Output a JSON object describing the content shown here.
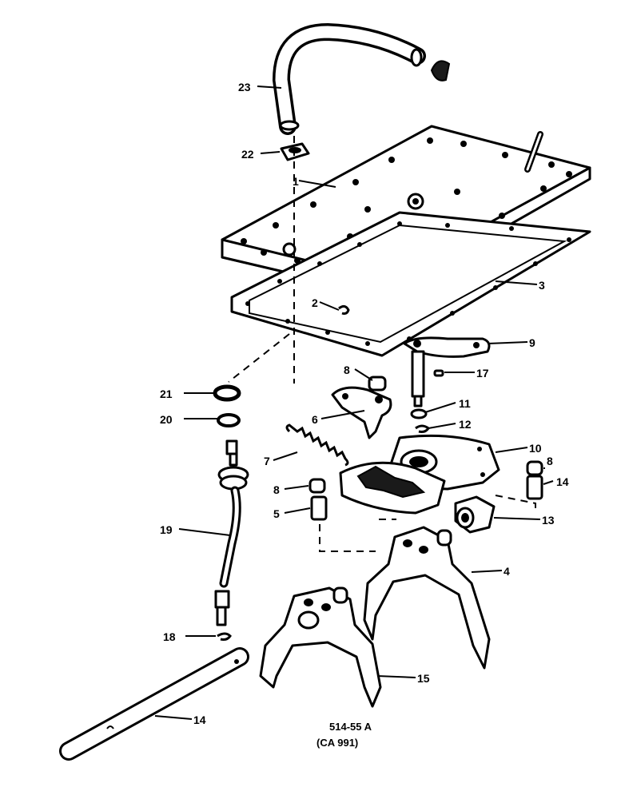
{
  "callouts": [
    {
      "id": "23",
      "label": "23"
    },
    {
      "id": "22",
      "label": "22"
    },
    {
      "id": "1",
      "label": "1"
    },
    {
      "id": "3",
      "label": "3"
    },
    {
      "id": "2",
      "label": "2"
    },
    {
      "id": "9",
      "label": "9"
    },
    {
      "id": "8a",
      "label": "8"
    },
    {
      "id": "17",
      "label": "17"
    },
    {
      "id": "11",
      "label": "11"
    },
    {
      "id": "12",
      "label": "12"
    },
    {
      "id": "6",
      "label": "6"
    },
    {
      "id": "21",
      "label": "21"
    },
    {
      "id": "20",
      "label": "20"
    },
    {
      "id": "7",
      "label": "7"
    },
    {
      "id": "10",
      "label": "10"
    },
    {
      "id": "8b",
      "label": "8"
    },
    {
      "id": "14a",
      "label": "14"
    },
    {
      "id": "8c",
      "label": "8"
    },
    {
      "id": "5",
      "label": "5"
    },
    {
      "id": "13",
      "label": "13"
    },
    {
      "id": "19",
      "label": "19"
    },
    {
      "id": "4",
      "label": "4"
    },
    {
      "id": "18",
      "label": "18"
    },
    {
      "id": "15",
      "label": "15"
    },
    {
      "id": "14b",
      "label": "14"
    }
  ],
  "reference": {
    "line1": "514-55 A",
    "line2": "(CA 991)"
  }
}
